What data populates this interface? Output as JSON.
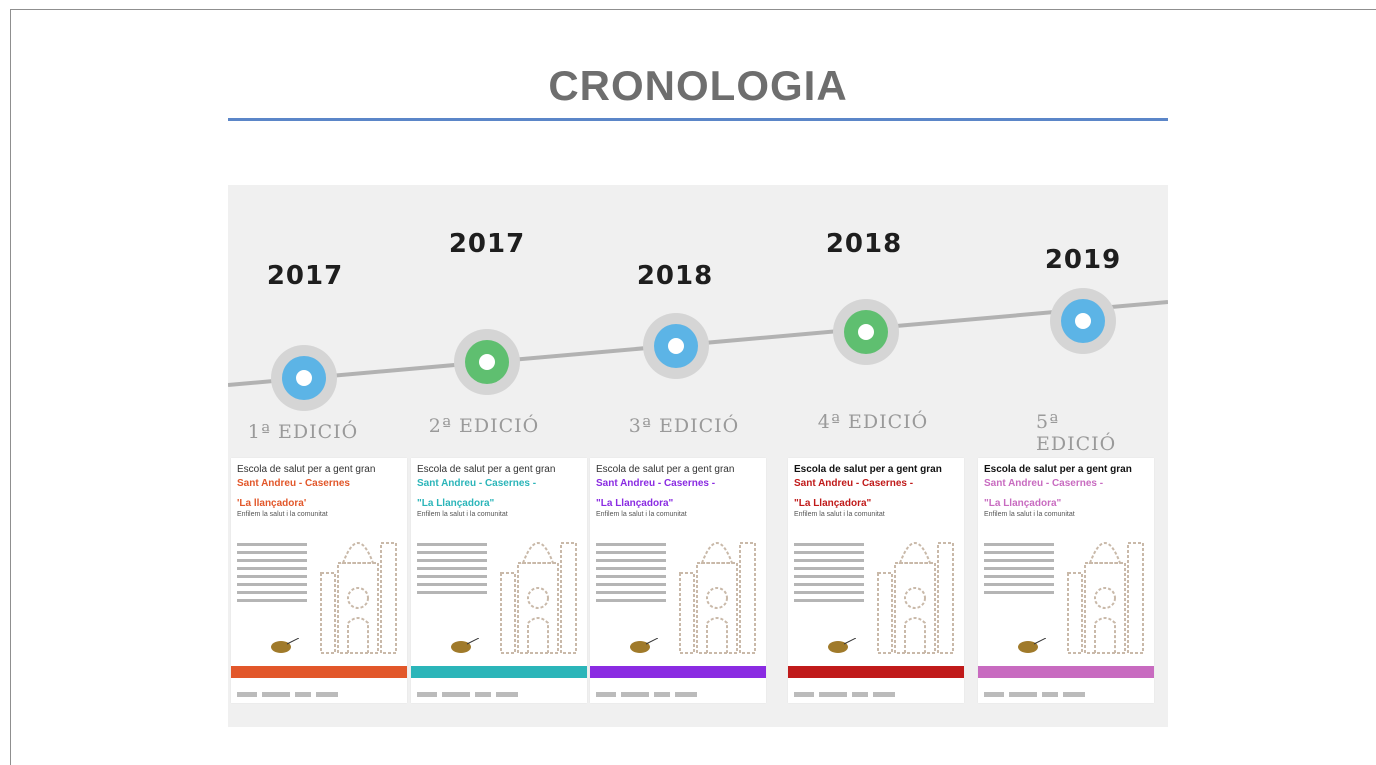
{
  "slide": {
    "title": "CRONOLOGIA",
    "colors": {
      "accent_rule": "#5b86c8",
      "blue_node": "#5cb4e6",
      "green_node": "#5fbf70",
      "line": "#b2b2b2"
    }
  },
  "timeline": [
    {
      "year": "2017",
      "edition": "1ª EDICIÓ",
      "node_color": "blue"
    },
    {
      "year": "2017",
      "edition": "2ª EDICIÓ",
      "node_color": "green"
    },
    {
      "year": "2018",
      "edition": "3ª EDICIÓ",
      "node_color": "blue"
    },
    {
      "year": "2018",
      "edition": "4ª EDICIÓ",
      "node_color": "green"
    },
    {
      "year": "2019",
      "edition": "5ª EDICIÓ",
      "node_color": "blue"
    }
  ],
  "posters": [
    {
      "heading": "Escola de salut per a gent gran",
      "subtitle": "Sant Andreu - Casernes",
      "tagline": "'La llançadora'",
      "tagline2": "Enfilem la salut i la comunitat",
      "accent": "#e2572a"
    },
    {
      "heading": "Escola de salut per a gent gran",
      "subtitle": "Sant Andreu - Casernes -",
      "tagline": "\"La Llançadora\"",
      "tagline2": "Enfilem la salut i la comunitat",
      "accent": "#2bb5b9"
    },
    {
      "heading": "Escola de salut per a gent gran",
      "subtitle": "Sant Andreu - Casernes -",
      "tagline": "\"La Llançadora\"",
      "tagline2": "Enfilem la salut i la comunitat",
      "accent": "#8a2be2"
    },
    {
      "heading": "Escola de salut per a gent gran",
      "subtitle": "Sant Andreu - Casernes -",
      "tagline": "\"La Llançadora\"",
      "tagline2": "Enfilem la salut i la comunitat",
      "accent": "#c01a1a"
    },
    {
      "heading": "Escola de salut per a gent gran",
      "subtitle": "Sant Andreu - Casernes -",
      "tagline": "\"La Llançadora\"",
      "tagline2": "Enfilem la salut i la comunitat",
      "accent": "#c86bc0"
    }
  ]
}
